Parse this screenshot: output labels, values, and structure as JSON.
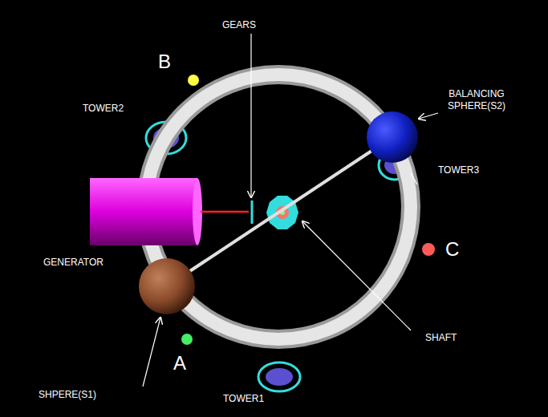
{
  "diagram": {
    "labels": [
      "GEARS",
      "B",
      "TOWER2",
      "BALANCING SPHERE(S2)",
      "TOWER3",
      "GENERATOR",
      "SHAFT",
      "C",
      "SHPERE(S1)",
      "A",
      "TOWER1"
    ]
  }
}
